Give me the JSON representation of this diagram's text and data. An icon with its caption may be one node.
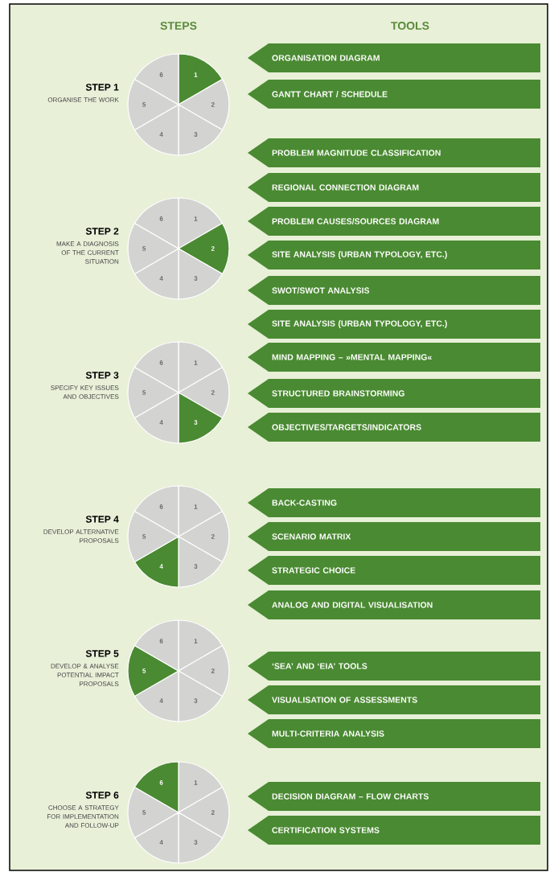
{
  "diagram": {
    "nodes": [
      {
        "text": [
          "1",
          "2",
          "3",
          "4",
          "5",
          "6"
        ],
        "beside": [
          "STEP 1",
          "ORGANISE THE WORK"
        ]
      },
      {
        "text": [
          "ORGANISATION DIAGRAM"
        ]
      },
      {
        "text": [
          "GANTT CHART / SCHEDULE"
        ]
      },
      {
        "text": [
          "1",
          "2",
          "3",
          "4",
          "5",
          "6"
        ],
        "beside": [
          "STEP 2",
          "MAKE A DIAGNOSIS OF THE CURRENT SITUATION"
        ]
      },
      {
        "text": [
          "PROBLEM MAGNITUDE CLASSIFICATION"
        ]
      },
      {
        "text": [
          "REGIONAL CONNECTION DIAGRAM"
        ]
      },
      {
        "text": [
          "PROBLEM CAUSES/SOURCES DIAGRAM"
        ]
      },
      {
        "text": [
          "SITE ANALYSIS (URBAN TYPOLOGY, ETC.)"
        ]
      },
      {
        "text": [
          "SWOT/SWOT ANALYSIS"
        ]
      },
      {
        "text": [
          "SITE ANALYSIS (URBAN TYPOLOGY, ETC.)"
        ]
      },
      {
        "text": [
          "1",
          "2",
          "3",
          "4",
          "5",
          "6"
        ],
        "beside": [
          "STEP 3",
          "SPECIFY KEY ISSUES AND OBJECTIVES"
        ]
      },
      {
        "text": [
          "MIND MAPPING – »MENTAL MAPPING«"
        ]
      },
      {
        "text": [
          "STRUCTURED BRAINSTORMING"
        ]
      },
      {
        "text": [
          "OBJECTIVES/TARGETS/INDICATORS"
        ]
      },
      {
        "text": [
          "1",
          "2",
          "3",
          "4",
          "5",
          "6"
        ],
        "beside": [
          "STEP 4",
          "DEVELOP ALTERNATIVE PROPOSALS"
        ]
      },
      {
        "text": [
          "BACK-CASTING"
        ]
      },
      {
        "text": [
          "SCENARIO MATRIX"
        ]
      },
      {
        "text": [
          "STRATEGIC CHOICE"
        ]
      },
      {
        "text": [
          "ANALOG AND DIGITAL VISUALISATION"
        ]
      },
      {
        "text": [
          "1",
          "2",
          "3",
          "4",
          "5",
          "6"
        ],
        "beside": [
          "STEP 5",
          "DEVELOP & ANALYSE POTENTIAL IMPACT PROPOSALS"
        ]
      },
      {
        "text": [
          "‘SEA’ AND ‘EIA’ TOOLS"
        ]
      },
      {
        "text": [
          "VISUALISATION OF ASSESSMENTS"
        ]
      },
      {
        "text": [
          "MULTI-CRITERIA ANALYSIS"
        ]
      },
      {
        "text": [
          "1",
          "2",
          "3",
          "4",
          "5",
          "6"
        ],
        "beside": [
          "STEP 6",
          "CHOOSE A STRATEGY FOR IMPLEMENTATION AND FOLLOW-UP"
        ]
      },
      {
        "text": [
          "DECISION DIAGRAM – FLOW CHARTS"
        ]
      },
      {
        "text": [
          "CERTIFICATION SYSTEMS"
        ]
      }
    ],
    "labels": [
      "STEPS",
      "TOOLS"
    ]
  }
}
